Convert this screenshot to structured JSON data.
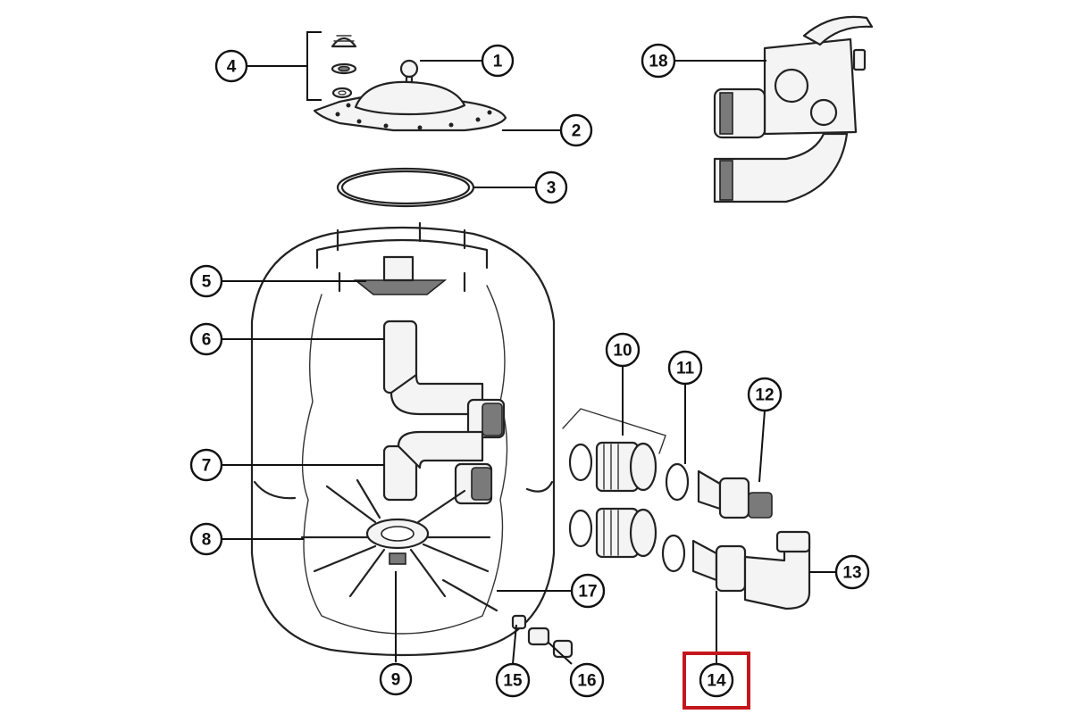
{
  "diagram": {
    "callouts": [
      {
        "id": "c1",
        "label": "1"
      },
      {
        "id": "c2",
        "label": "2"
      },
      {
        "id": "c3",
        "label": "3"
      },
      {
        "id": "c4",
        "label": "4"
      },
      {
        "id": "c5",
        "label": "5"
      },
      {
        "id": "c6",
        "label": "6"
      },
      {
        "id": "c7",
        "label": "7"
      },
      {
        "id": "c8",
        "label": "8"
      },
      {
        "id": "c9",
        "label": "9"
      },
      {
        "id": "c10",
        "label": "10"
      },
      {
        "id": "c11",
        "label": "11"
      },
      {
        "id": "c12",
        "label": "12"
      },
      {
        "id": "c13",
        "label": "13"
      },
      {
        "id": "c14",
        "label": "14"
      },
      {
        "id": "c15",
        "label": "15"
      },
      {
        "id": "c16",
        "label": "16"
      },
      {
        "id": "c17",
        "label": "17"
      },
      {
        "id": "c18",
        "label": "18"
      }
    ],
    "highlighted_callout": "14",
    "highlight_color": "#c4161c"
  }
}
